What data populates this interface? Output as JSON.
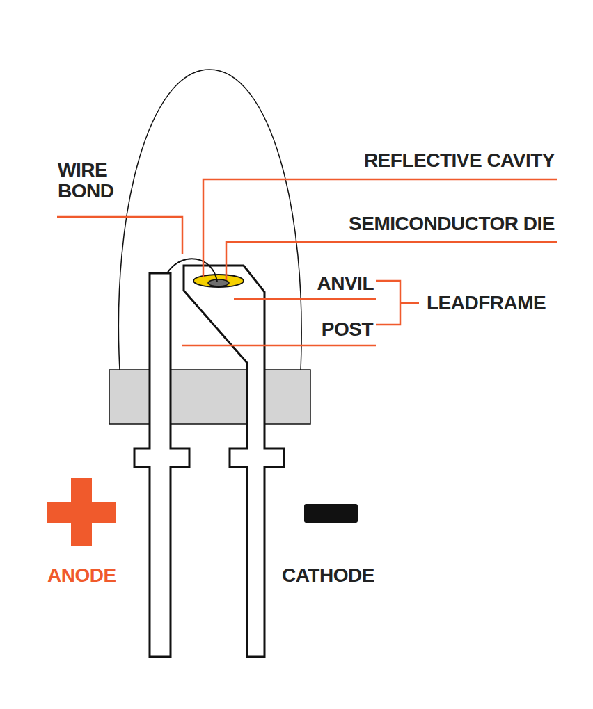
{
  "diagram": {
    "labels": [
      "WIRE BOND",
      "REFLECTIVE CAVITY",
      "SEMICONDUCTOR DIE",
      "ANVIL",
      "LEADFRAME",
      "POST",
      "ANODE",
      "CATHODE"
    ]
  }
}
